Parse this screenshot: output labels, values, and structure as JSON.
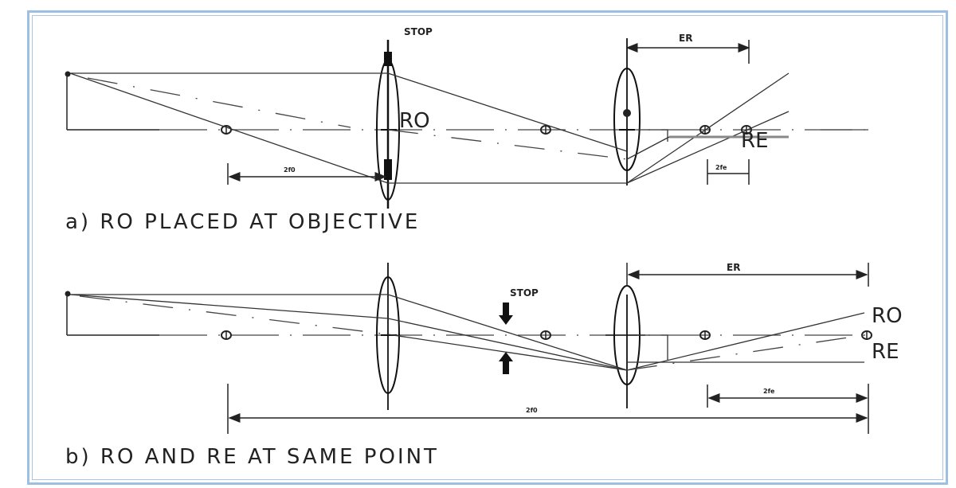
{
  "figure": {
    "border_color": "#9dbfe4",
    "line_color": "#222222",
    "panel_a": {
      "caption": "a) RO PLACED AT OBJECTIVE",
      "stop_label": "STOP",
      "ro_label": "RO",
      "re_label": "RE",
      "er_label": "ER",
      "dim_objective_label": "2f0",
      "dim_eyepiece_label": "2fe"
    },
    "panel_b": {
      "caption": "b) RO AND RE AT SAME POINT",
      "stop_label": "STOP",
      "ro_label": "RO",
      "re_label": "RE",
      "er_label": "ER",
      "dim_eyepiece_label": "2fe",
      "dim_total_label": "2f0"
    }
  }
}
